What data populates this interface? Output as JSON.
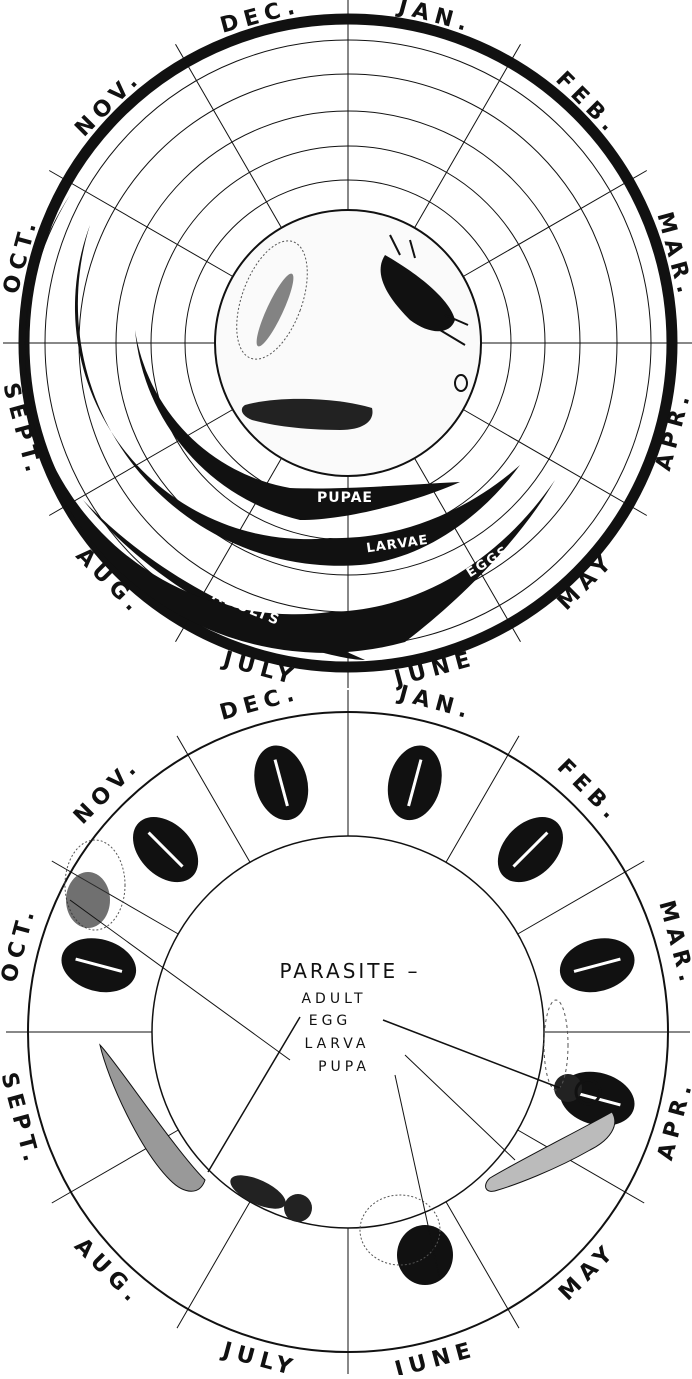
{
  "host_diagram": {
    "months": [
      "JAN.",
      "FEB.",
      "MAR.",
      "APR.",
      "MAY",
      "JUNE",
      "JULY",
      "AUG.",
      "SEPT.",
      "OCT.",
      "NOV.",
      "DEC."
    ],
    "stages": [
      {
        "label": "PUPAE"
      },
      {
        "label": "LARVAE"
      },
      {
        "label": "EGGS"
      },
      {
        "label": "ADULTS"
      }
    ],
    "center_icons": [
      "pupa-icon",
      "beetle-icon",
      "egg-icon",
      "larva-icon"
    ]
  },
  "parasite_diagram": {
    "months": [
      "JAN.",
      "FEB.",
      "MAR.",
      "APR.",
      "MAY",
      "JUNE",
      "JULY",
      "AUG.",
      "SEPT.",
      "OCT.",
      "NOV.",
      "DEC."
    ],
    "title": "PARASITE –",
    "stages": [
      "ADULT",
      "EGG",
      "LARVA",
      "PUPA"
    ],
    "icons": [
      "parasitized-egg-icon",
      "pupa-cluster-icon",
      "larva-icon",
      "adult-wasp-icon"
    ]
  },
  "colors": {
    "ink": "#111111",
    "paper": "#ffffff",
    "stage_text": "#ffffff"
  }
}
